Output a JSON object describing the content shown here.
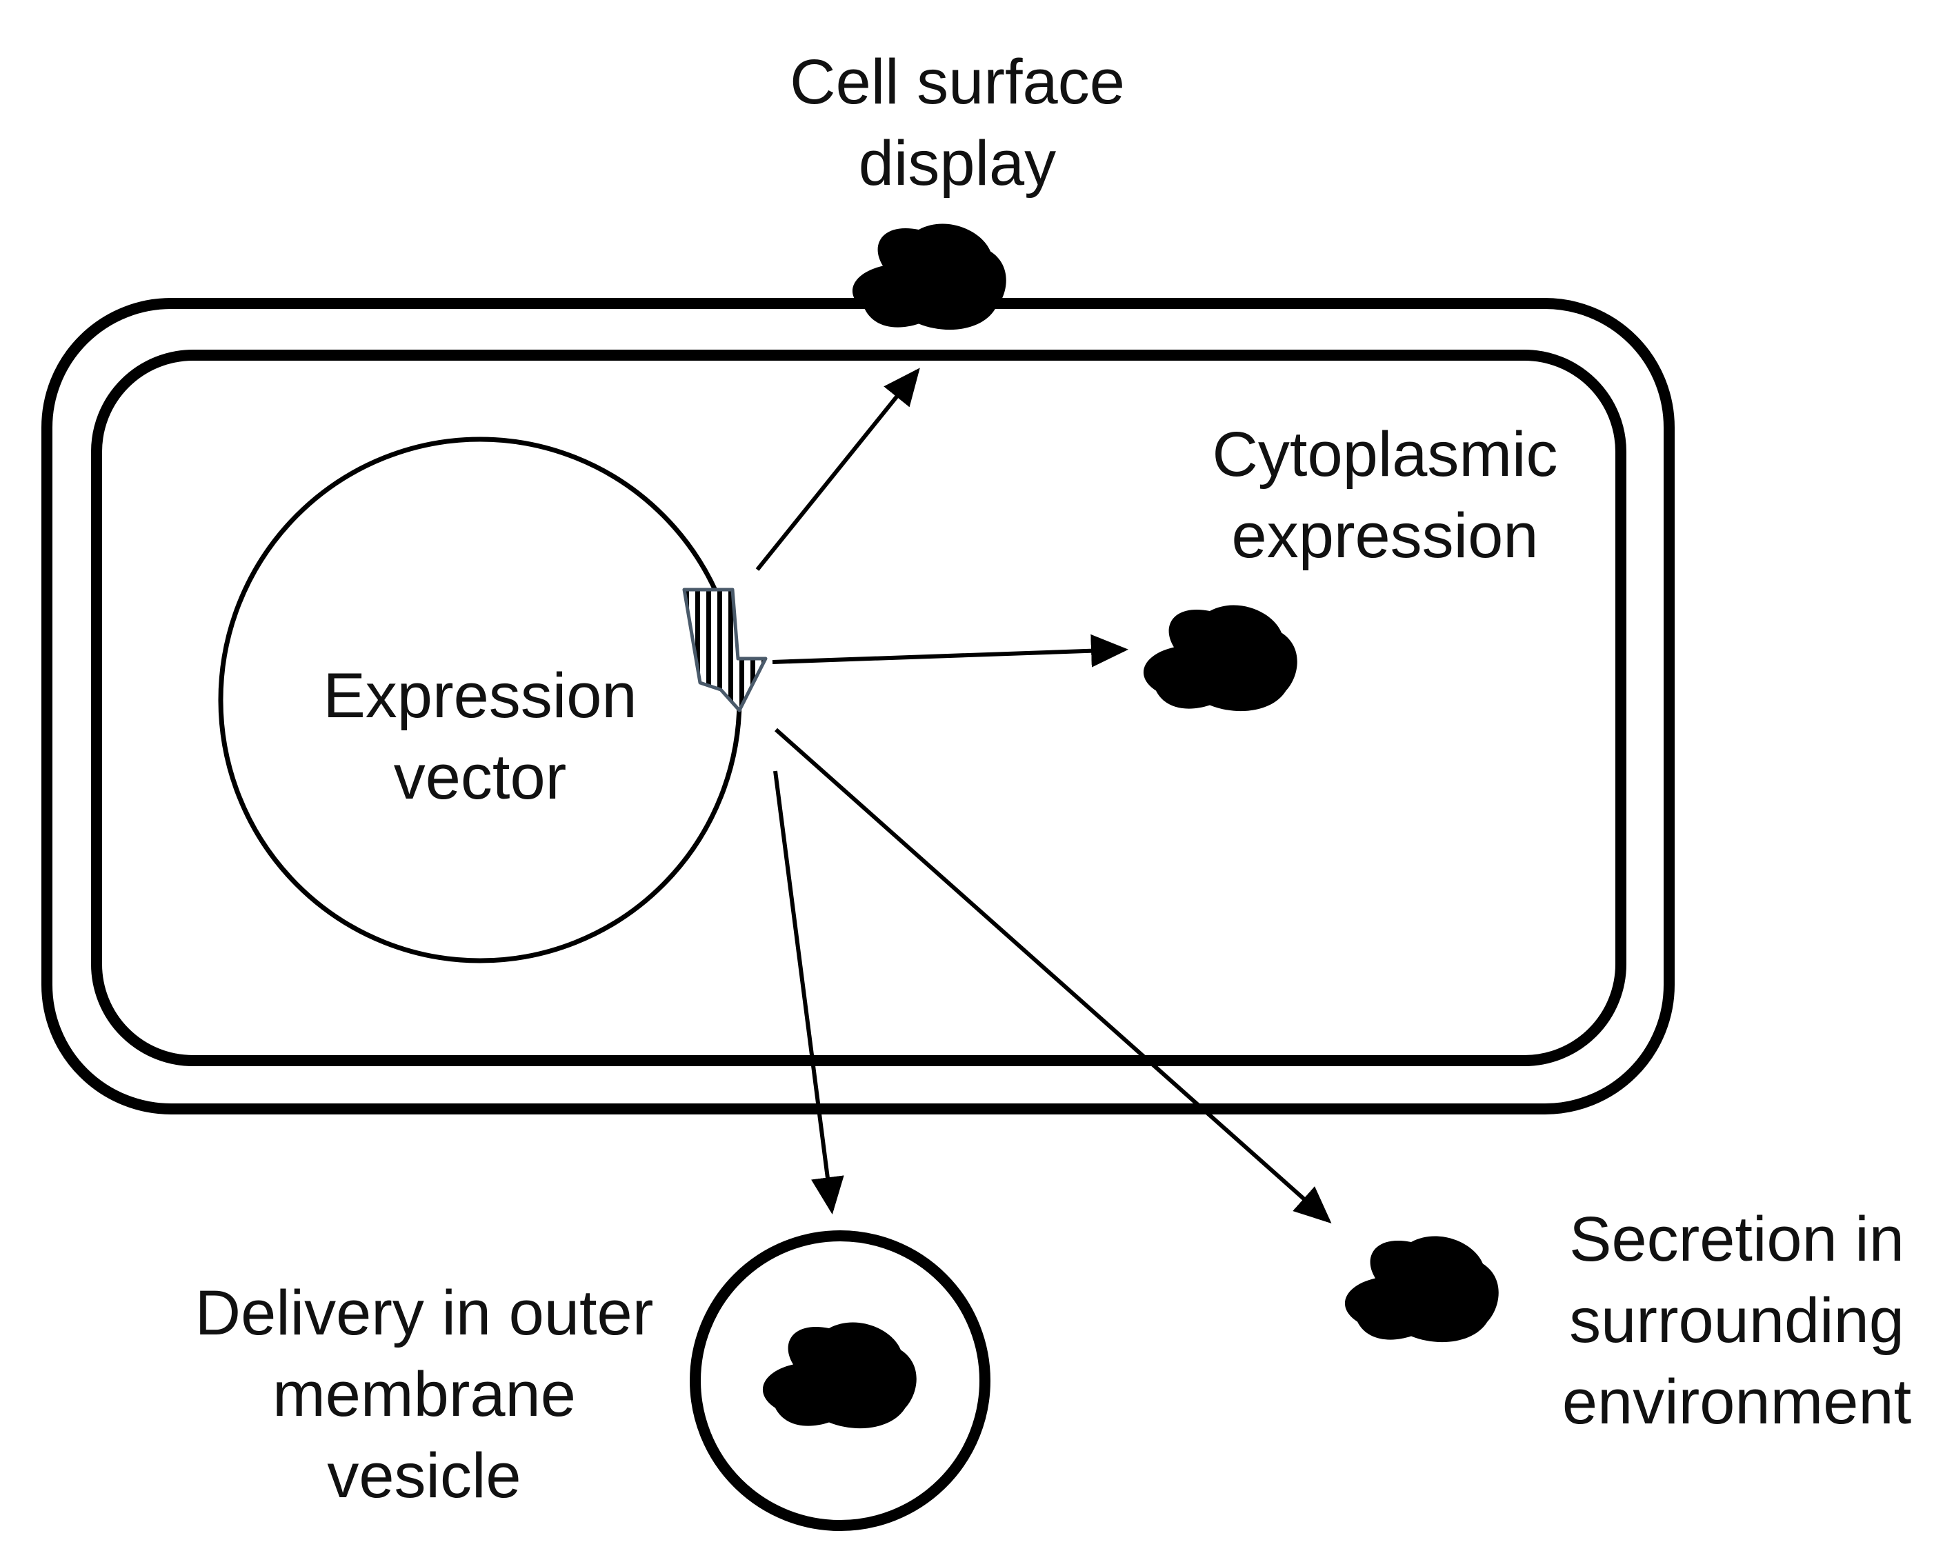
{
  "labels": {
    "cell_surface": [
      "Cell surface",
      "display"
    ],
    "cytoplasmic": [
      "Cytoplasmic",
      "expression"
    ],
    "expression_vector": [
      "Expression",
      "vector"
    ],
    "secretion": [
      "Secretion in",
      "surrounding",
      "environment"
    ],
    "vesicle": [
      "Delivery in outer",
      "membrane",
      "vesicle"
    ]
  },
  "icons": {
    "protein": "tangled-protein-icon",
    "promoter": "striped-promoter-arrow-icon"
  },
  "colors": {
    "stroke": "#000000",
    "text": "#111111",
    "promoter_outline": "#4a5a6a"
  }
}
